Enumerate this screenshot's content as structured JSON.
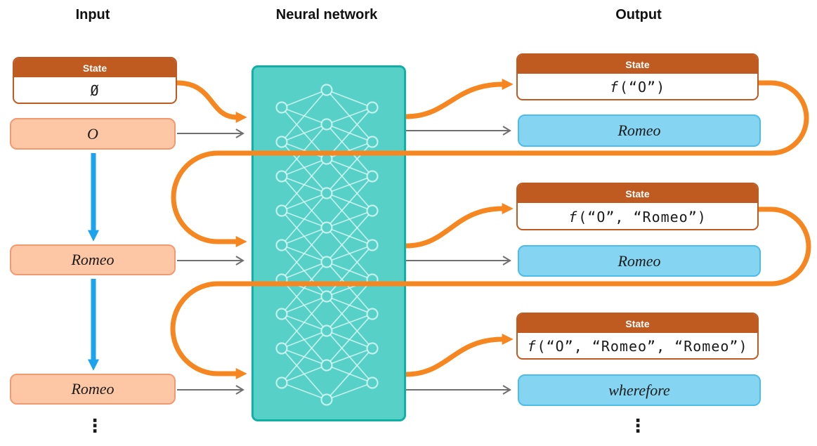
{
  "headers": {
    "input": "Input",
    "network": "Neural network",
    "output": "Output"
  },
  "input_column": {
    "state_box": {
      "label": "State",
      "value": "Ø"
    },
    "tokens": [
      "O",
      "Romeo",
      "Romeo"
    ],
    "ellipsis": "⋮"
  },
  "output_column": {
    "steps": [
      {
        "state_label": "State",
        "fn": "f",
        "args": "(“O”)",
        "token": "Romeo"
      },
      {
        "state_label": "State",
        "fn": "f",
        "args": "(“O”, “Romeo”)",
        "token": "Romeo"
      },
      {
        "state_label": "State",
        "fn": "f",
        "args": "(“O”, “Romeo”, “Romeo”)",
        "token": "wherefore"
      }
    ],
    "ellipsis": "⋮"
  },
  "colors": {
    "state_header_orange": "#BF5A21",
    "flow_orange": "#F6861F",
    "input_token_fill": "#FDC7A6",
    "input_token_border": "#F29A6F",
    "output_token_fill": "#85D5F2",
    "output_token_border": "#4CBCE8",
    "network_fill": "#57D1C8",
    "network_border": "#12AFA6",
    "sequence_blue": "#1BA3EE",
    "arrow_gray": "#6F6F6F"
  }
}
